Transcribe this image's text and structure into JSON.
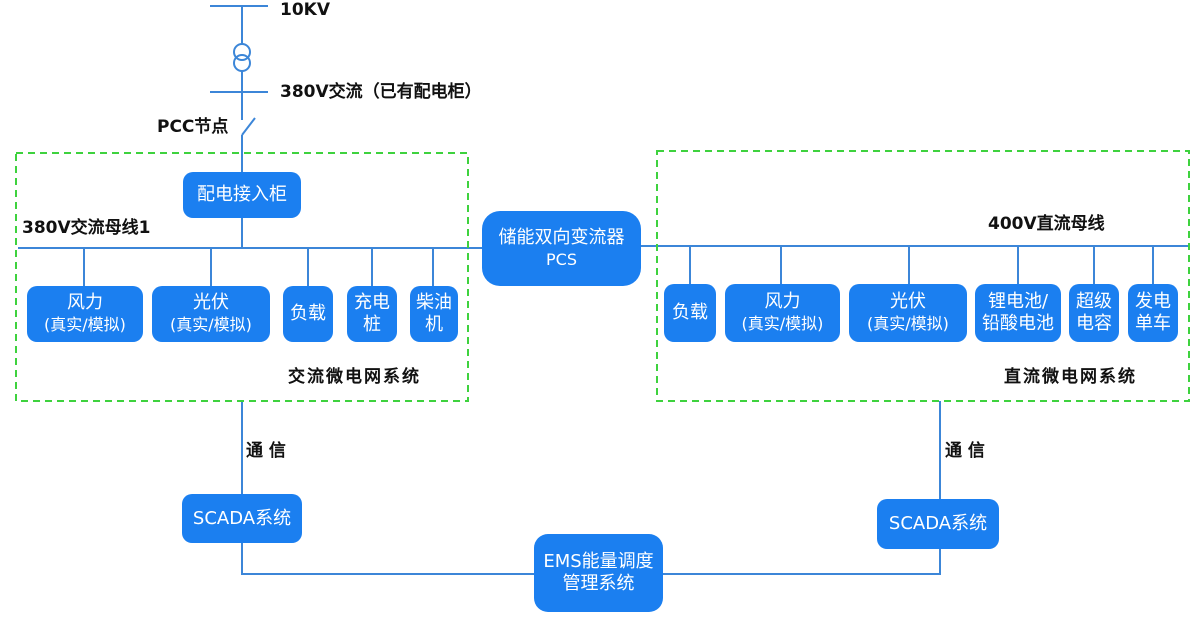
{
  "grid": {
    "voltage_10kv": "10KV",
    "ac_380v_label": "380V交流（已有配电柜）",
    "pcc_label": "PCC节点"
  },
  "ac_system": {
    "title": "交流微电网系统",
    "bus_label": "380V交流母线1",
    "incoming_cabinet": "配电接入柜",
    "wind": [
      "风力",
      "(真实/模拟)"
    ],
    "pv": [
      "光伏",
      "(真实/模拟)"
    ],
    "load": "负载",
    "charger": [
      "充电",
      "桩"
    ],
    "diesel": [
      "柴油",
      "机"
    ]
  },
  "pcs": [
    "储能双向变流器",
    "PCS"
  ],
  "dc_system": {
    "title": "直流微电网系统",
    "bus_label": "400V直流母线",
    "load": "负载",
    "wind": [
      "风力",
      "(真实/模拟)"
    ],
    "pv": [
      "光伏",
      "(真实/模拟)"
    ],
    "battery": [
      "锂电池/",
      "铅酸电池"
    ],
    "supercap": [
      "超级",
      "电容"
    ],
    "generator_vehicle": [
      "发电",
      "单车"
    ]
  },
  "comm_label": "通 信",
  "scada_label": "SCADA系统",
  "ems": [
    "EMS能量调度",
    "管理系统"
  ],
  "colors": {
    "box_fill": "#1b7ff0",
    "line": "#3c86d8",
    "dashed_frame": "#3ed23e"
  }
}
